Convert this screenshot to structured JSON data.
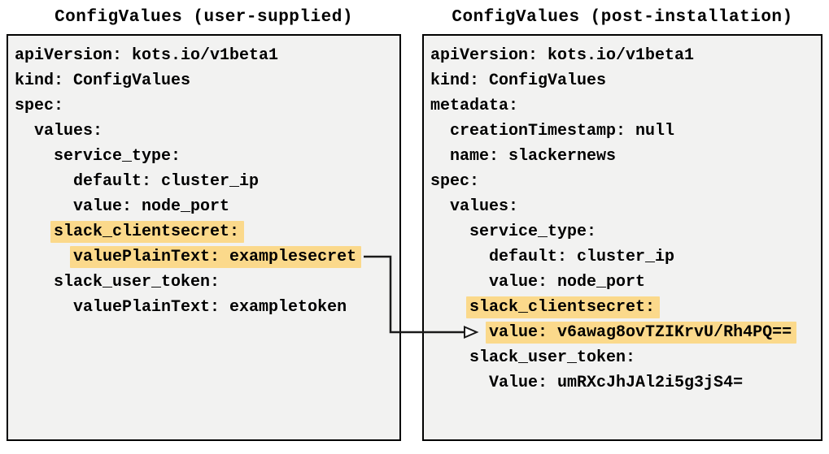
{
  "colors": {
    "panel_background": "#f2f2f1",
    "panel_border": "#000000",
    "highlight": "#fbd98b",
    "text": "#000000",
    "arrow": "#1a1a1a"
  },
  "left_panel": {
    "title": "ConfigValues (user-supplied)",
    "lines": [
      {
        "indent": 0,
        "text": "apiVersion: kots.io/v1beta1",
        "highlight": false
      },
      {
        "indent": 0,
        "text": "kind: ConfigValues",
        "highlight": false
      },
      {
        "indent": 0,
        "text": "spec:",
        "highlight": false
      },
      {
        "indent": 1,
        "text": "values:",
        "highlight": false
      },
      {
        "indent": 2,
        "text": "service_type:",
        "highlight": false
      },
      {
        "indent": 3,
        "text": "default: cluster_ip",
        "highlight": false
      },
      {
        "indent": 3,
        "text": "value: node_port",
        "highlight": false
      },
      {
        "indent": 2,
        "text": "slack_clientsecret:",
        "highlight": true
      },
      {
        "indent": 3,
        "text": "valuePlainText: examplesecret",
        "highlight": true
      },
      {
        "indent": 2,
        "text": "slack_user_token:",
        "highlight": false
      },
      {
        "indent": 3,
        "text": "valuePlainText: exampletoken",
        "highlight": false
      }
    ]
  },
  "right_panel": {
    "title": "ConfigValues (post-installation)",
    "lines": [
      {
        "indent": 0,
        "text": "apiVersion: kots.io/v1beta1",
        "highlight": false
      },
      {
        "indent": 0,
        "text": "kind: ConfigValues",
        "highlight": false
      },
      {
        "indent": 0,
        "text": "metadata:",
        "highlight": false
      },
      {
        "indent": 1,
        "text": "creationTimestamp: null",
        "highlight": false
      },
      {
        "indent": 1,
        "text": "name: slackernews",
        "highlight": false
      },
      {
        "indent": 0,
        "text": "spec:",
        "highlight": false
      },
      {
        "indent": 1,
        "text": "values:",
        "highlight": false
      },
      {
        "indent": 2,
        "text": "service_type:",
        "highlight": false
      },
      {
        "indent": 3,
        "text": "default: cluster_ip",
        "highlight": false
      },
      {
        "indent": 3,
        "text": "value: node_port",
        "highlight": false
      },
      {
        "indent": 2,
        "text": "slack_clientsecret:",
        "highlight": true
      },
      {
        "indent": 3,
        "text": "value: v6awag8ovTZIKrvU/Rh4PQ==",
        "highlight": true
      },
      {
        "indent": 2,
        "text": "slack_user_token:",
        "highlight": false
      },
      {
        "indent": 3,
        "text": "Value: umRXcJhJAl2i5g3jS4=",
        "highlight": false
      }
    ]
  },
  "connector": {
    "from": "left_panel.lines.8",
    "to": "right_panel.lines.11"
  }
}
